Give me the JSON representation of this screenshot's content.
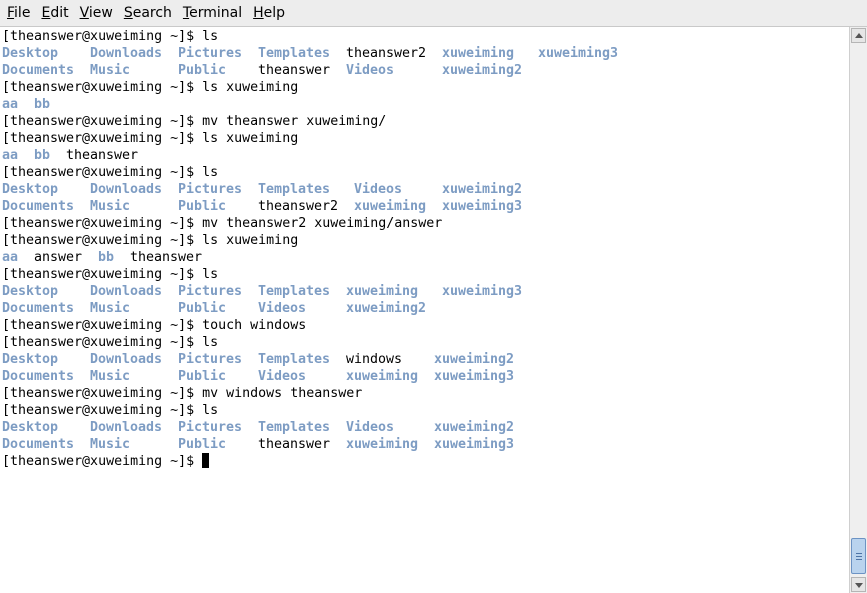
{
  "menu": [
    "File",
    "Edit",
    "View",
    "Search",
    "Terminal",
    "Help"
  ],
  "prompt": "[theanswer@xuweiming ~]$ ",
  "lines": [
    [
      {
        "t": "[theanswer@xuweiming ~]$ ls",
        "c": 0,
        "k": "file"
      }
    ],
    [
      {
        "t": "Desktop",
        "c": 0,
        "k": "dir"
      },
      {
        "t": "Downloads",
        "c": 11,
        "k": "dir"
      },
      {
        "t": "Pictures",
        "c": 22,
        "k": "dir"
      },
      {
        "t": "Templates",
        "c": 32,
        "k": "dir"
      },
      {
        "t": "theanswer2",
        "c": 43,
        "k": "file"
      },
      {
        "t": "xuweiming",
        "c": 55,
        "k": "dir"
      },
      {
        "t": "xuweiming3",
        "c": 67,
        "k": "dir"
      }
    ],
    [
      {
        "t": "Documents",
        "c": 0,
        "k": "dir"
      },
      {
        "t": "Music",
        "c": 11,
        "k": "dir"
      },
      {
        "t": "Public",
        "c": 22,
        "k": "dir"
      },
      {
        "t": "theanswer",
        "c": 32,
        "k": "file"
      },
      {
        "t": "Videos",
        "c": 43,
        "k": "dir"
      },
      {
        "t": "xuweiming2",
        "c": 55,
        "k": "dir"
      }
    ],
    [
      {
        "t": "[theanswer@xuweiming ~]$ ls xuweiming",
        "c": 0,
        "k": "file"
      }
    ],
    [
      {
        "t": "aa",
        "c": 0,
        "k": "dir"
      },
      {
        "t": "bb",
        "c": 4,
        "k": "dir"
      }
    ],
    [
      {
        "t": "[theanswer@xuweiming ~]$ mv theanswer xuweiming/",
        "c": 0,
        "k": "file"
      }
    ],
    [
      {
        "t": "[theanswer@xuweiming ~]$ ls xuweiming",
        "c": 0,
        "k": "file"
      }
    ],
    [
      {
        "t": "aa",
        "c": 0,
        "k": "dir"
      },
      {
        "t": "bb",
        "c": 4,
        "k": "dir"
      },
      {
        "t": "theanswer",
        "c": 8,
        "k": "file"
      }
    ],
    [
      {
        "t": "[theanswer@xuweiming ~]$ ls",
        "c": 0,
        "k": "file"
      }
    ],
    [
      {
        "t": "Desktop",
        "c": 0,
        "k": "dir"
      },
      {
        "t": "Downloads",
        "c": 11,
        "k": "dir"
      },
      {
        "t": "Pictures",
        "c": 22,
        "k": "dir"
      },
      {
        "t": "Templates",
        "c": 32,
        "k": "dir"
      },
      {
        "t": "Videos",
        "c": 44,
        "k": "dir"
      },
      {
        "t": "xuweiming2",
        "c": 55,
        "k": "dir"
      }
    ],
    [
      {
        "t": "Documents",
        "c": 0,
        "k": "dir"
      },
      {
        "t": "Music",
        "c": 11,
        "k": "dir"
      },
      {
        "t": "Public",
        "c": 22,
        "k": "dir"
      },
      {
        "t": "theanswer2",
        "c": 32,
        "k": "file"
      },
      {
        "t": "xuweiming",
        "c": 44,
        "k": "dir"
      },
      {
        "t": "xuweiming3",
        "c": 55,
        "k": "dir"
      }
    ],
    [
      {
        "t": "[theanswer@xuweiming ~]$ mv theanswer2 xuweiming/answer",
        "c": 0,
        "k": "file"
      }
    ],
    [
      {
        "t": "[theanswer@xuweiming ~]$ ls xuweiming",
        "c": 0,
        "k": "file"
      }
    ],
    [
      {
        "t": "aa",
        "c": 0,
        "k": "dir"
      },
      {
        "t": "answer",
        "c": 4,
        "k": "file"
      },
      {
        "t": "bb",
        "c": 12,
        "k": "dir"
      },
      {
        "t": "theanswer",
        "c": 16,
        "k": "file"
      }
    ],
    [
      {
        "t": "[theanswer@xuweiming ~]$ ls",
        "c": 0,
        "k": "file"
      }
    ],
    [
      {
        "t": "Desktop",
        "c": 0,
        "k": "dir"
      },
      {
        "t": "Downloads",
        "c": 11,
        "k": "dir"
      },
      {
        "t": "Pictures",
        "c": 22,
        "k": "dir"
      },
      {
        "t": "Templates",
        "c": 32,
        "k": "dir"
      },
      {
        "t": "xuweiming",
        "c": 43,
        "k": "dir"
      },
      {
        "t": "xuweiming3",
        "c": 55,
        "k": "dir"
      }
    ],
    [
      {
        "t": "Documents",
        "c": 0,
        "k": "dir"
      },
      {
        "t": "Music",
        "c": 11,
        "k": "dir"
      },
      {
        "t": "Public",
        "c": 22,
        "k": "dir"
      },
      {
        "t": "Videos",
        "c": 32,
        "k": "dir"
      },
      {
        "t": "xuweiming2",
        "c": 43,
        "k": "dir"
      }
    ],
    [
      {
        "t": "[theanswer@xuweiming ~]$ touch windows",
        "c": 0,
        "k": "file"
      }
    ],
    [
      {
        "t": "[theanswer@xuweiming ~]$ ls",
        "c": 0,
        "k": "file"
      }
    ],
    [
      {
        "t": "Desktop",
        "c": 0,
        "k": "dir"
      },
      {
        "t": "Downloads",
        "c": 11,
        "k": "dir"
      },
      {
        "t": "Pictures",
        "c": 22,
        "k": "dir"
      },
      {
        "t": "Templates",
        "c": 32,
        "k": "dir"
      },
      {
        "t": "windows",
        "c": 43,
        "k": "file"
      },
      {
        "t": "xuweiming2",
        "c": 54,
        "k": "dir"
      }
    ],
    [
      {
        "t": "Documents",
        "c": 0,
        "k": "dir"
      },
      {
        "t": "Music",
        "c": 11,
        "k": "dir"
      },
      {
        "t": "Public",
        "c": 22,
        "k": "dir"
      },
      {
        "t": "Videos",
        "c": 32,
        "k": "dir"
      },
      {
        "t": "xuweiming",
        "c": 43,
        "k": "dir"
      },
      {
        "t": "xuweiming3",
        "c": 54,
        "k": "dir"
      }
    ],
    [
      {
        "t": "[theanswer@xuweiming ~]$ mv windows theanswer",
        "c": 0,
        "k": "file"
      }
    ],
    [
      {
        "t": "[theanswer@xuweiming ~]$ ls",
        "c": 0,
        "k": "file"
      }
    ],
    [
      {
        "t": "Desktop",
        "c": 0,
        "k": "dir"
      },
      {
        "t": "Downloads",
        "c": 11,
        "k": "dir"
      },
      {
        "t": "Pictures",
        "c": 22,
        "k": "dir"
      },
      {
        "t": "Templates",
        "c": 32,
        "k": "dir"
      },
      {
        "t": "Videos",
        "c": 43,
        "k": "dir"
      },
      {
        "t": "xuweiming2",
        "c": 54,
        "k": "dir"
      }
    ],
    [
      {
        "t": "Documents",
        "c": 0,
        "k": "dir"
      },
      {
        "t": "Music",
        "c": 11,
        "k": "dir"
      },
      {
        "t": "Public",
        "c": 22,
        "k": "dir"
      },
      {
        "t": "theanswer",
        "c": 32,
        "k": "file"
      },
      {
        "t": "xuweiming",
        "c": 43,
        "k": "dir"
      },
      {
        "t": "xuweiming3",
        "c": 54,
        "k": "dir"
      }
    ]
  ],
  "colors": {
    "directory": "#7d9cc3",
    "text": "#000000",
    "background": "#ffffff"
  }
}
